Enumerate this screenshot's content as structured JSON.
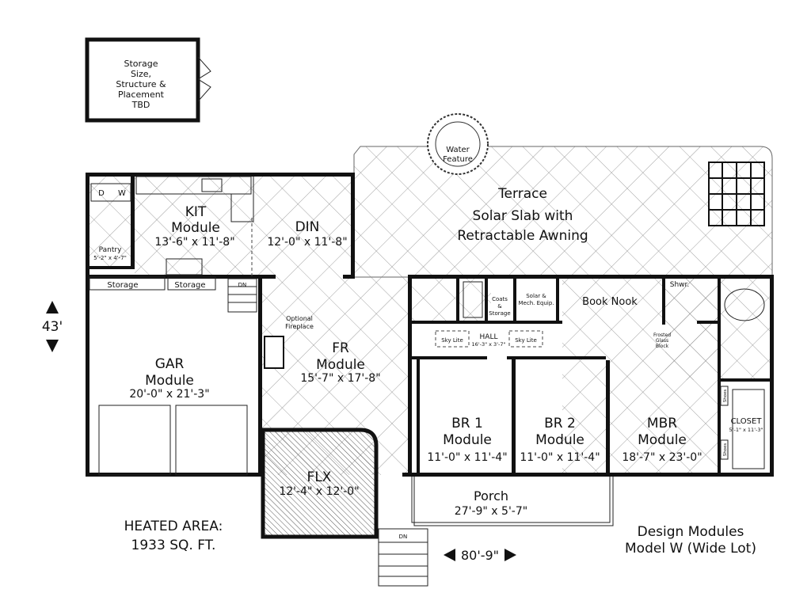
{
  "storage_shed": {
    "lines": [
      "Storage",
      "Size,",
      "Structure &",
      "Placement",
      "TBD"
    ]
  },
  "water_feature": {
    "lines": [
      "Water",
      "Feature"
    ]
  },
  "terrace": {
    "lines": [
      "Terrace",
      "Solar Slab with",
      "Retractable Awning"
    ]
  },
  "laundry": {
    "d": "D",
    "w": "W"
  },
  "pantry": {
    "name": "Pantry",
    "size": "5'-2\" x 4'-7\""
  },
  "kitchen": {
    "name": "KIT",
    "module": "Module",
    "size": "13'-6\" x 11'-8\""
  },
  "dining": {
    "name": "DIN",
    "size": "12'-0\" x 11'-8\""
  },
  "garage_storage": [
    "Storage",
    "Storage"
  ],
  "stairs_down": "DN",
  "fireplace": {
    "lines": [
      "Optional",
      "Fireplace"
    ]
  },
  "family_room": {
    "name": "FR",
    "module": "Module",
    "size": "15'-7\" x 17'-8\""
  },
  "garage": {
    "name": "GAR",
    "module": "Module",
    "size": "20'-0\" x 21'-3\""
  },
  "flex": {
    "name": "FLX",
    "size": "12'-4\" x 12'-0\""
  },
  "coats": {
    "lines": [
      "Coats",
      "&",
      "Storage"
    ]
  },
  "mech": {
    "lines": [
      "Solar &",
      "Mech. Equip."
    ]
  },
  "book_nook": "Book Nook",
  "shower": "Shwr.",
  "frosted": {
    "lines": [
      "Frosted",
      "Glass",
      "Block"
    ]
  },
  "hall": {
    "name": "HALL",
    "size": "16'-3\" x 3'-7\"",
    "skylite": "Sky Lite"
  },
  "br1": {
    "name": "BR 1",
    "module": "Module",
    "size": "11'-0\" x 11'-4\""
  },
  "br2": {
    "name": "BR 2",
    "module": "Module",
    "size": "11'-0\" x 11'-4\""
  },
  "mbr": {
    "name": "MBR",
    "module": "Module",
    "size": "18'-7\" x 23'-0\""
  },
  "closet": {
    "name": "CLOSET",
    "size": "5'-1\" x 11'-3\"",
    "shoes": "Shoes"
  },
  "porch": {
    "name": "Porch",
    "size": "27'-9\" x 5'-7\""
  },
  "depth_dimension": "43'",
  "width_dimension": "80'-9\"",
  "heated_area": {
    "label": "HEATED AREA:",
    "value": "1933 SQ. FT."
  },
  "model": {
    "line1": "Design Modules",
    "line2": "Model W (Wide Lot)"
  }
}
